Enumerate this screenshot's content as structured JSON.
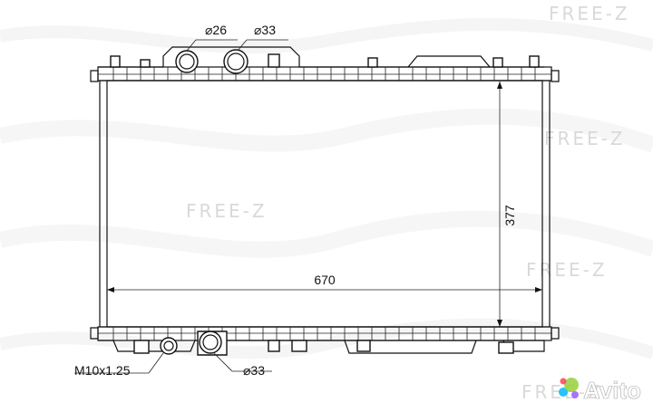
{
  "watermarks": {
    "top_right": "FREE-Z",
    "mid_left": "FREE-Z",
    "right_upper": "FREE-Z",
    "right_lower": "FREE-Z",
    "bottom_right": "FREE-Z"
  },
  "dimensions": {
    "inlet_small": "⌀26",
    "inlet_large": "⌀33",
    "height": "377",
    "width": "670",
    "thread": "M10x1.25",
    "outlet": "⌀33"
  },
  "badge": {
    "brand": "Avito"
  },
  "colors": {
    "line": "#111111",
    "watermark": "#d9d9d9",
    "avito_dot_1": "#04b7ff",
    "avito_dot_2": "#96d03d",
    "avito_dot_3": "#ff4053",
    "avito_dot_4": "#9a5bff"
  }
}
